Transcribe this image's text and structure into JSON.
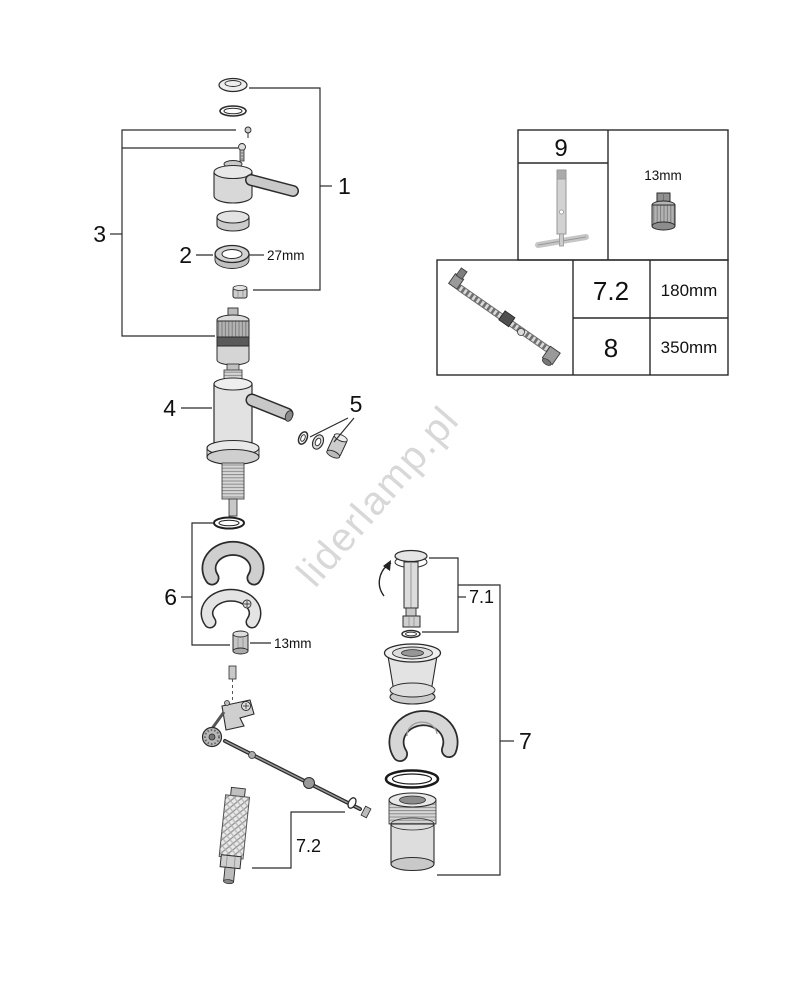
{
  "diagram": {
    "watermark": "liderlamp.pl",
    "callouts": {
      "part1": "1",
      "part2": "2",
      "part3": "3",
      "part4": "4",
      "part5": "5",
      "part6": "6",
      "part7": "7",
      "part7_1": "7.1",
      "part7_2": "7.2"
    },
    "dimensions": {
      "ring_27mm": "27mm",
      "nut_13mm": "13mm"
    }
  },
  "tool_box": {
    "callout": "9",
    "socket_size": "13mm"
  },
  "hose_box": {
    "rows": [
      {
        "part": "7.2",
        "length": "180mm"
      },
      {
        "part": "8",
        "length": "350mm"
      }
    ]
  }
}
